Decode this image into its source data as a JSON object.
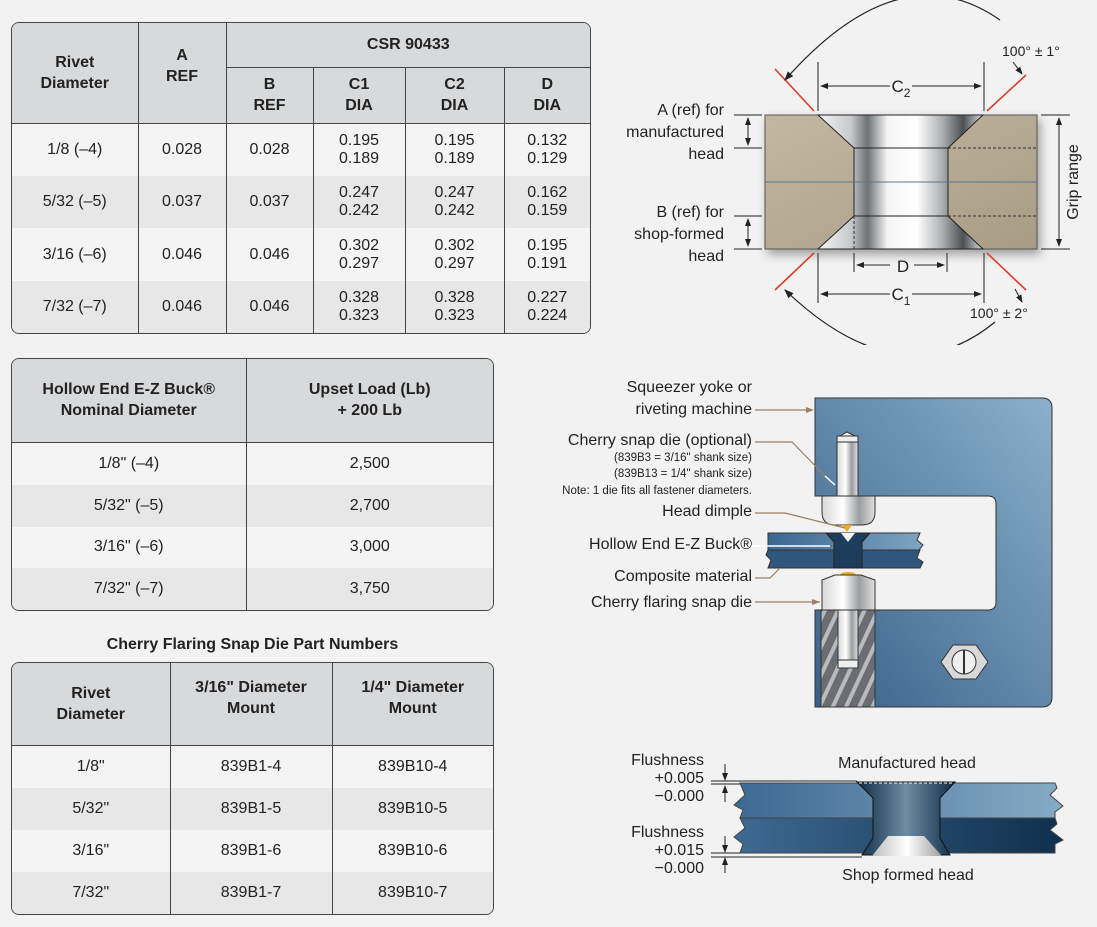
{
  "table_dimensions": {
    "group_header": "CSR 90433",
    "headers": [
      "Rivet\nDiameter",
      "A\nREF",
      "B\nREF",
      "C1\nDIA",
      "C2\nDIA",
      "D\nDIA"
    ],
    "rows": [
      {
        "diameter": "1/8 (–4)",
        "a_ref": "0.028",
        "b_ref": "0.028",
        "c1_dia": "0.195\n0.189",
        "c2_dia": "0.195\n0.189",
        "d_dia": "0.132\n0.129"
      },
      {
        "diameter": "5/32 (–5)",
        "a_ref": "0.037",
        "b_ref": "0.037",
        "c1_dia": "0.247\n0.242",
        "c2_dia": "0.247\n0.242",
        "d_dia": "0.162\n0.159"
      },
      {
        "diameter": "3/16 (–6)",
        "a_ref": "0.046",
        "b_ref": "0.046",
        "c1_dia": "0.302\n0.297",
        "c2_dia": "0.302\n0.297",
        "d_dia": "0.195\n0.191"
      },
      {
        "diameter": "7/32 (–7)",
        "a_ref": "0.046",
        "b_ref": "0.046",
        "c1_dia": "0.328\n0.323",
        "c2_dia": "0.328\n0.323",
        "d_dia": "0.227\n0.224"
      }
    ]
  },
  "table_upset_load": {
    "headers": [
      "Hollow End E-Z Buck®\nNominal Diameter",
      "Upset Load (Lb)\n+ 200 Lb"
    ],
    "rows": [
      {
        "diameter": "1/8\" (–4)",
        "load": "2,500"
      },
      {
        "diameter": "5/32\" (–5)",
        "load": "2,700"
      },
      {
        "diameter": "3/16\" (–6)",
        "load": "3,000"
      },
      {
        "diameter": "7/32\" (–7)",
        "load": "3,750"
      }
    ]
  },
  "table_part_numbers": {
    "title": "Cherry Flaring Snap Die Part Numbers",
    "headers": [
      "Rivet\nDiameter",
      "3/16\" Diameter\nMount",
      "1/4\" Diameter\nMount"
    ],
    "rows": [
      {
        "diameter": "1/8\"",
        "mount_316": "839B1-4",
        "mount_14": "839B10-4"
      },
      {
        "diameter": "5/32\"",
        "mount_316": "839B1-5",
        "mount_14": "839B10-5"
      },
      {
        "diameter": "3/16\"",
        "mount_316": "839B1-6",
        "mount_14": "839B10-6"
      },
      {
        "diameter": "7/32\"",
        "mount_316": "839B1-7",
        "mount_14": "839B10-7"
      }
    ]
  },
  "diagram_cross_section": {
    "angle_top": "100° ± 1°",
    "angle_bottom": "100° ± 2°",
    "c2_label": "C",
    "c2_sub": "2",
    "c1_label": "C",
    "c1_sub": "1",
    "d_label": "D",
    "a_label": "A (ref) for\nmanufactured\nhead",
    "b_label": "B (ref) for\nshop-formed\nhead",
    "grip_label": "Grip range"
  },
  "diagram_squeezer": {
    "yoke_label": "Squeezer yoke or\nriveting machine",
    "snap_die_label": "Cherry snap die (optional)",
    "snap_die_note1": "(839B3 = 3/16\" shank size)",
    "snap_die_note2": "(839B13 = 1/4\" shank size)",
    "snap_die_note3": "Note: 1 die fits all fastener diameters.",
    "head_dimple_label": "Head dimple",
    "ez_buck_label": "Hollow End E-Z Buck®",
    "composite_label": "Composite material",
    "flaring_die_label": "Cherry flaring snap die"
  },
  "diagram_flushness": {
    "top_label": "Flushness\n+0.005\n−0.000",
    "bottom_label": "Flushness\n+0.015\n−0.000",
    "manufactured_head": "Manufactured head",
    "shop_formed_head": "Shop formed head"
  },
  "colors": {
    "header_bg": "#d8d9db",
    "row_odd": "#f4f4f4",
    "row_even": "#e7e7e7",
    "composite_blue": "#3f6a92",
    "tan_material": "#b2a78f",
    "angle_red": "#e23b2a",
    "leader_brown": "#9a8064"
  }
}
